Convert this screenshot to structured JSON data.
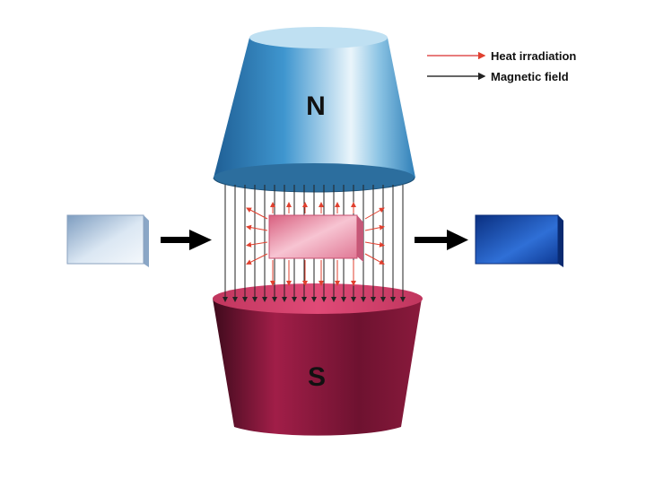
{
  "magnets": {
    "north_label": "N",
    "south_label": "S",
    "north_color": "#3a8fc8",
    "south_color": "#9e1f44"
  },
  "legend": {
    "heat": {
      "label": "Heat irradiation",
      "color": "#e05050"
    },
    "field": {
      "label": "Magnetic field",
      "color": "#333333"
    }
  },
  "samples": {
    "input_color": "#b8cfe6",
    "heated_color": "#f2a8bf",
    "output_color": "#1f55b8"
  },
  "process_arrow_color": "#000000"
}
